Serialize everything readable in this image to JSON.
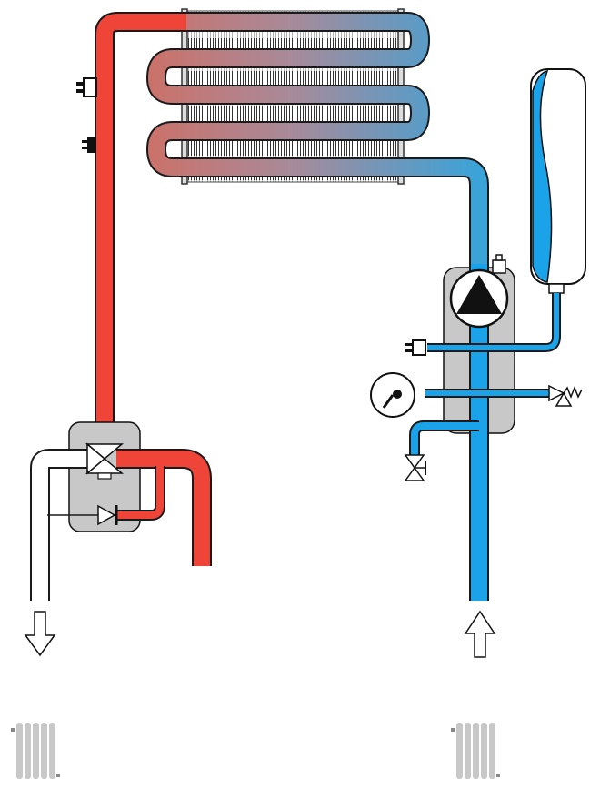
{
  "diagram": {
    "type": "boiler-hydraulic-schematic",
    "labels": []
  },
  "colors": {
    "hot_water": "#ee4538",
    "cold_water": "#1aa3e8",
    "heat_exchanger_mid": "#b07a8a",
    "return_line": "#ffffff",
    "hydraulic_block": "#c8c8c8",
    "outline": "#1a1a1a",
    "expansion_vessel_fill": "#1aa3e8"
  },
  "components": [
    {
      "id": "heat-exchanger",
      "icon": "finned-coil-heat-exchanger"
    },
    {
      "id": "flow-pipe",
      "icon": "hot-pipe"
    },
    {
      "id": "return-pipe",
      "icon": "cold-pipe"
    },
    {
      "id": "temperature-sensor",
      "icon": "sensor-probe"
    },
    {
      "id": "overheat-thermostat",
      "icon": "thermostat"
    },
    {
      "id": "expansion-vessel",
      "icon": "expansion-tank"
    },
    {
      "id": "circulation-pump",
      "icon": "pump-triangle"
    },
    {
      "id": "air-vent",
      "icon": "automatic-air-vent"
    },
    {
      "id": "pressure-switch",
      "icon": "water-pressure-switch"
    },
    {
      "id": "pressure-gauge",
      "icon": "manometer"
    },
    {
      "id": "safety-valve",
      "icon": "relief-valve"
    },
    {
      "id": "drain-valve",
      "icon": "drain-cock"
    },
    {
      "id": "three-way-valve",
      "icon": "diverter-valve"
    },
    {
      "id": "bypass-valve",
      "icon": "check-valve"
    },
    {
      "id": "flow-out-arrow",
      "icon": "arrow-down"
    },
    {
      "id": "return-in-arrow",
      "icon": "arrow-up"
    },
    {
      "id": "radiator-left",
      "icon": "radiator"
    },
    {
      "id": "radiator-right",
      "icon": "radiator"
    }
  ]
}
